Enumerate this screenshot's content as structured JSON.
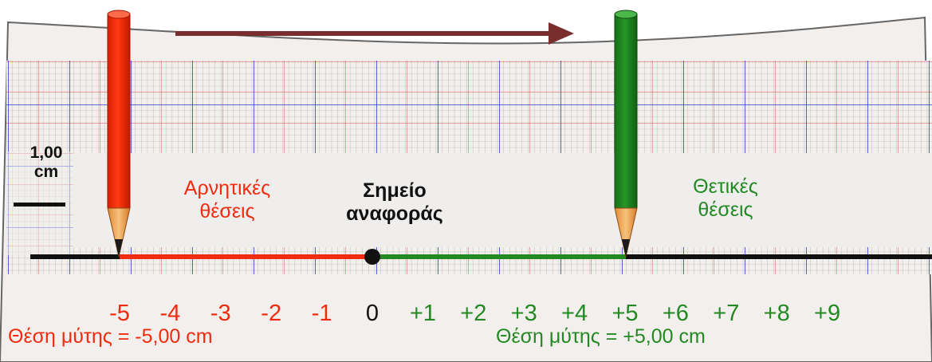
{
  "scale": {
    "value": "1,00",
    "unit": "cm"
  },
  "regions": {
    "negative": "Αρνητικές θέσεις",
    "reference": "Σημείο αναφοράς",
    "positive": "Θετικές θέσεις"
  },
  "ticks": [
    {
      "label": "-5",
      "value": -5,
      "sign": "neg"
    },
    {
      "label": "-4",
      "value": -4,
      "sign": "neg"
    },
    {
      "label": "-3",
      "value": -3,
      "sign": "neg"
    },
    {
      "label": "-2",
      "value": -2,
      "sign": "neg"
    },
    {
      "label": "-1",
      "value": -1,
      "sign": "neg"
    },
    {
      "label": "0",
      "value": 0,
      "sign": "zero"
    },
    {
      "label": "+1",
      "value": 1,
      "sign": "pos"
    },
    {
      "label": "+2",
      "value": 2,
      "sign": "pos"
    },
    {
      "label": "+3",
      "value": 3,
      "sign": "pos"
    },
    {
      "label": "+4",
      "value": 4,
      "sign": "pos"
    },
    {
      "label": "+5",
      "value": 5,
      "sign": "pos"
    },
    {
      "label": "+6",
      "value": 6,
      "sign": "pos"
    },
    {
      "label": "+7",
      "value": 7,
      "sign": "pos"
    },
    {
      "label": "+8",
      "value": 8,
      "sign": "pos"
    },
    {
      "label": "+9",
      "value": 9,
      "sign": "pos"
    }
  ],
  "pencils": {
    "left": {
      "position": -5,
      "color": "#f52a0a",
      "readout": "Θέση μύτης = -5,00 cm"
    },
    "right": {
      "position": 5,
      "color": "#1f8a1f",
      "readout": "Θέση μύτης = +5,00 cm"
    }
  },
  "colors": {
    "negative": "#f02c10",
    "positive": "#238a23",
    "arrow": "#7a2d2d",
    "axis": "#111111"
  }
}
